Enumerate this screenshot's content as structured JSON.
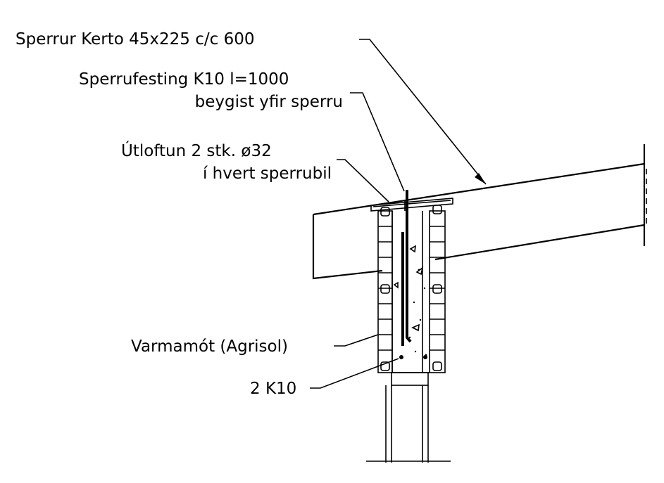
{
  "labels": {
    "rafter": "Sperrur Kerto 45x225 c/c 600",
    "anchor_line1": "Sperrufesting K10 l=1000",
    "anchor_line2": "beygist yfir sperru",
    "vent_line1": "Útloftun 2 stk. ø32",
    "vent_line2": "í hvert sperrubil",
    "formwork": "Varmamót (Agrisol)",
    "bars": "2 K10"
  }
}
